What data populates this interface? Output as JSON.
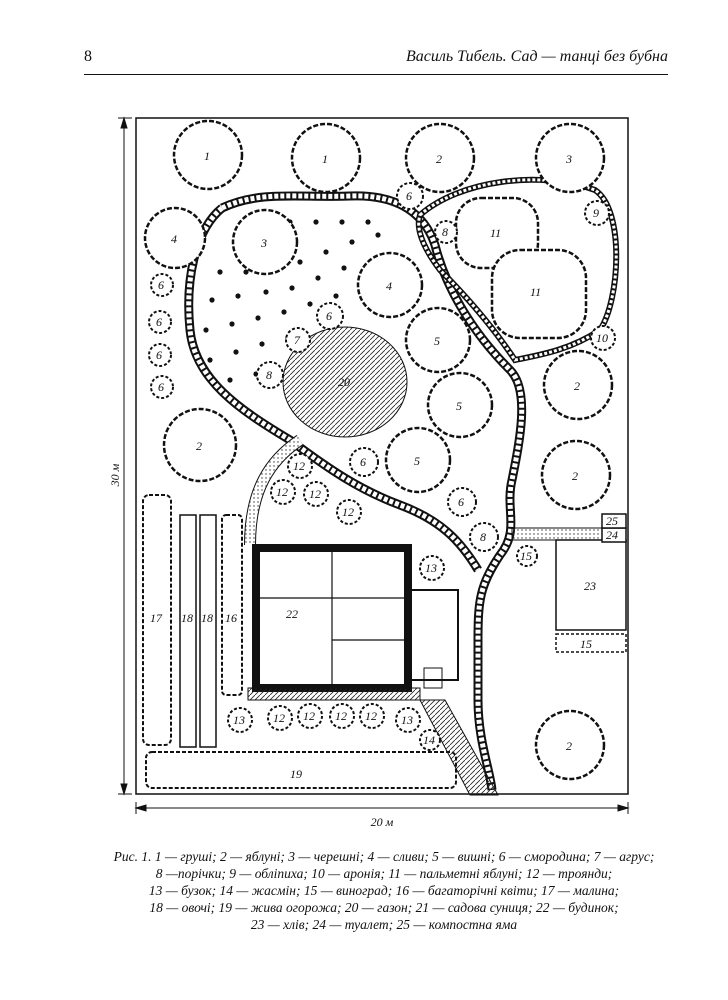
{
  "header": {
    "page_number": "8",
    "running_title": "Василь Тибель. Сад — танці без бубна"
  },
  "figure": {
    "dim_vertical": "30 м",
    "dim_horizontal": "20 м",
    "labels": {
      "1": "1",
      "2": "2",
      "3": "3",
      "4": "4",
      "5": "5",
      "6": "6",
      "7": "7",
      "8": "8",
      "9": "9",
      "10": "10",
      "11": "11",
      "12": "12",
      "13": "13",
      "14": "14",
      "15": "15",
      "16": "16",
      "17": "17",
      "18": "18",
      "19": "19",
      "20": "20",
      "22": "22",
      "23": "23",
      "24": "24",
      "25": "25"
    }
  },
  "caption": {
    "lines": [
      "Рис. 1. 1 — груші; 2 — яблуні; 3 — черешні; 4 — сливи; 5 — вишні; 6 — смородина; 7 — агрус;",
      "8 —порічки; 9 — обліпиха; 10 — аронія; 11 — пальметні яблуні; 12 — троянди;",
      "13 — бузок; 14 — жасмін; 15 — виноград; 16 — багаторічні квіти; 17 — малина;",
      "18 — овочі; 19 — жива огорожа; 20 — газон; 21 — садова суниця; 22 — будинок;",
      "23 — хлів; 24 — туалет; 25 — компостна яма"
    ]
  }
}
